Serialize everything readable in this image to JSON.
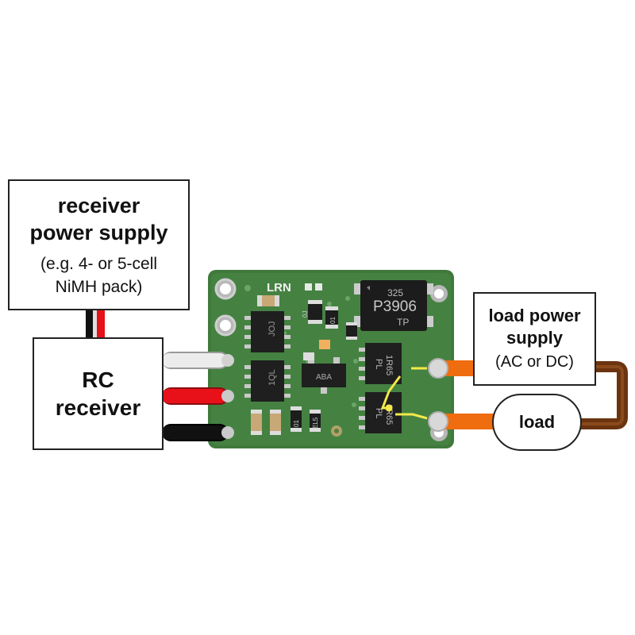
{
  "receiver_power_supply": {
    "title": "receiver power supply",
    "title_line1": "receiver",
    "title_line2": "power supply",
    "note_line1": "(e.g. 4- or 5-cell",
    "note_line2": "NiMH pack)"
  },
  "rc_receiver": {
    "title_line1": "RC",
    "title_line2": "receiver"
  },
  "load_power_supply": {
    "title_line1": "load power",
    "title_line2": "supply",
    "note": "(AC or DC)"
  },
  "load": {
    "label": "load"
  },
  "board": {
    "silk_label": "LRN",
    "chip_large_line1": "325",
    "chip_large_line2": "P3906",
    "chip_large_line3": "TP",
    "relay1_code": "1R65",
    "relay1_sub": "PL",
    "relay2_code": "1R65",
    "relay2_sub": "PL",
    "sot_label_1": "ABA",
    "small_code_1": "JOJ",
    "small_code_2": "1QL",
    "cap_label_1": "0J",
    "cap_label_2": "EL5",
    "cap_label_3": "01",
    "cap_label_4": "01"
  },
  "colors": {
    "pcb_green": "#3f7a3c",
    "signal_wire": "#d8d8d8",
    "power_wire": "#e8111a",
    "ground_wire": "#111111",
    "load_wire_orange": "#ef6c0f",
    "load_wire_brown": "#6b3410",
    "trace_yellow": "#f2e94a"
  }
}
